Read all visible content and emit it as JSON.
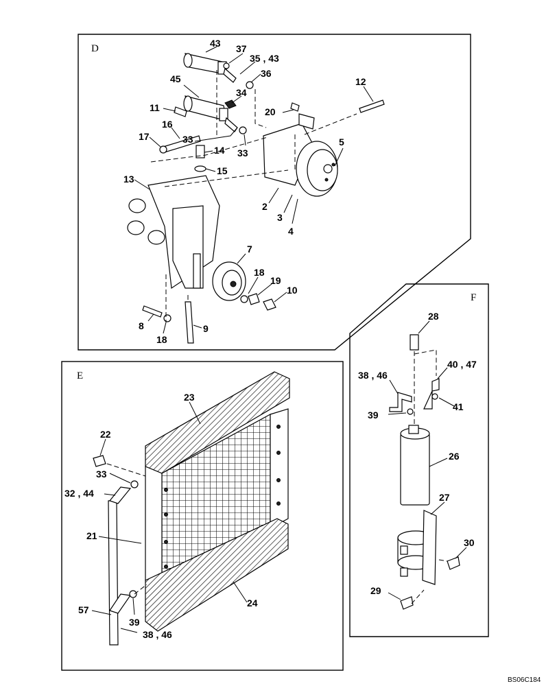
{
  "panels": {
    "d": {
      "letter": "D",
      "callouts": [
        "43",
        "37",
        "35 , 43",
        "36",
        "45",
        "34",
        "11",
        "16",
        "17",
        "33",
        "33",
        "14",
        "15",
        "12",
        "20",
        "5",
        "13",
        "2",
        "3",
        "4",
        "7",
        "18",
        "19",
        "10",
        "8",
        "18",
        "9"
      ]
    },
    "e": {
      "letter": "E",
      "callouts": [
        "23",
        "22",
        "33",
        "32 , 44",
        "21",
        "57",
        "39",
        "38 , 46",
        "24"
      ]
    },
    "f": {
      "letter": "F",
      "callouts": [
        "28",
        "40 , 47",
        "38 , 46",
        "41",
        "39",
        "26",
        "27",
        "30",
        "29"
      ]
    }
  },
  "figure_code": "BS06C184"
}
